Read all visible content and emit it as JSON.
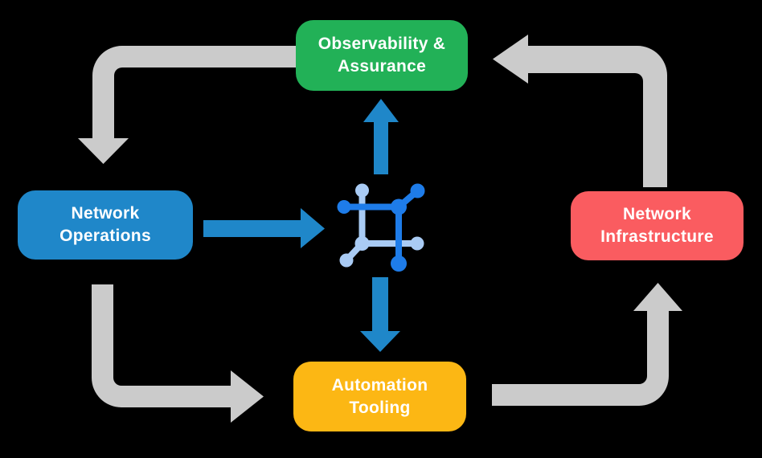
{
  "diagram": {
    "nodes": [
      {
        "id": "observability-assurance",
        "label": "Observability &\nAssurance",
        "color": "#22b157"
      },
      {
        "id": "network-operations",
        "label": "Network\nOperations",
        "color": "#1f87c9"
      },
      {
        "id": "network-infrastructure",
        "label": "Network\nInfrastructure",
        "color": "#fa5c60"
      },
      {
        "id": "automation-tooling",
        "label": "Automation\nTooling",
        "color": "#fcb714"
      }
    ],
    "icons": {
      "center": "network-automation-icon"
    },
    "colors": {
      "background": "#000000",
      "text": "#ffffff",
      "arrow_gray": "#cbcbcb",
      "arrow_blue": "#1f87c9",
      "icon_dark_blue": "#1e7ce9",
      "icon_light_blue": "#a9cbf4"
    }
  }
}
